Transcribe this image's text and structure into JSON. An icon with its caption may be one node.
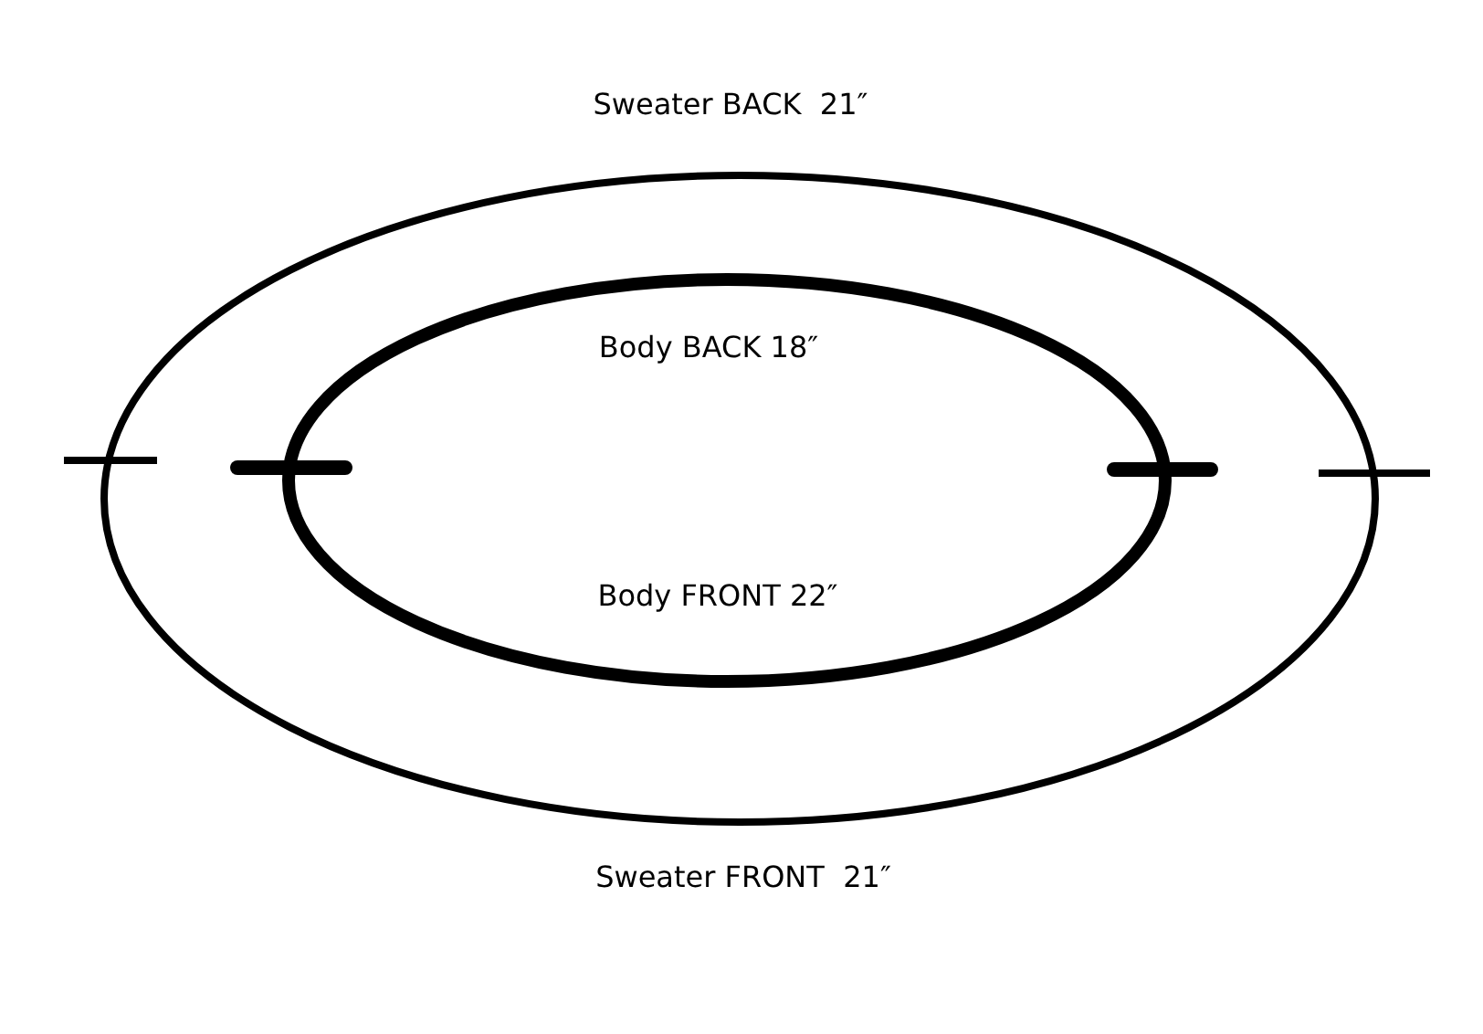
{
  "diagram": {
    "labels": [
      "Sweater BACK  21″",
      "Body BACK 18″",
      "Body FRONT 22″",
      "Sweater FRONT  21″"
    ]
  }
}
